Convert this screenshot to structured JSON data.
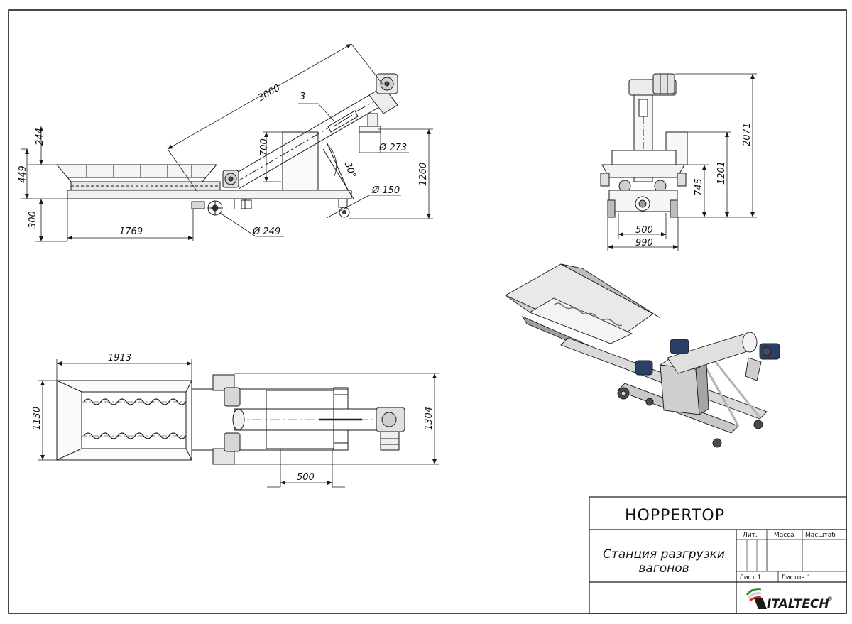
{
  "drawing": {
    "side_view": {
      "length_label": "3000",
      "part_label": "3",
      "height_700": "700",
      "angle_label": "30°",
      "dia_273": "Ø 273",
      "dia_150": "Ø 150",
      "dia_249": "Ø 249",
      "h_244": "244",
      "h_449": "449",
      "h_300": "300",
      "h_1260": "1260",
      "len_1769": "1769"
    },
    "end_view": {
      "w_500": "500",
      "w_990": "990",
      "h_745": "745",
      "h_1201": "1201",
      "h_2071": "2071"
    },
    "top_view": {
      "len_1913": "1913",
      "w_1130": "1130",
      "w_1304": "1304",
      "len_500": "500"
    }
  },
  "title_block": {
    "project_name": "HOPPERTOP",
    "description_line1": "Станция разгрузки",
    "description_line2": "вагонов",
    "col_lit": "Лит.",
    "col_mass": "Масса",
    "col_scale": "Масштаб",
    "sheet": "Лист 1",
    "sheets": "Листов 1",
    "company": "ITALTECH",
    "company_mark": "®"
  },
  "colors": {
    "line": "#1a1a1a",
    "metal_light": "#d9d9d9",
    "metal_mid": "#a8a8a8",
    "metal_dark": "#4a4a4a",
    "motor_blue": "#2c3e66",
    "logo_green": "#2e8b3a",
    "logo_red": "#d62828"
  }
}
